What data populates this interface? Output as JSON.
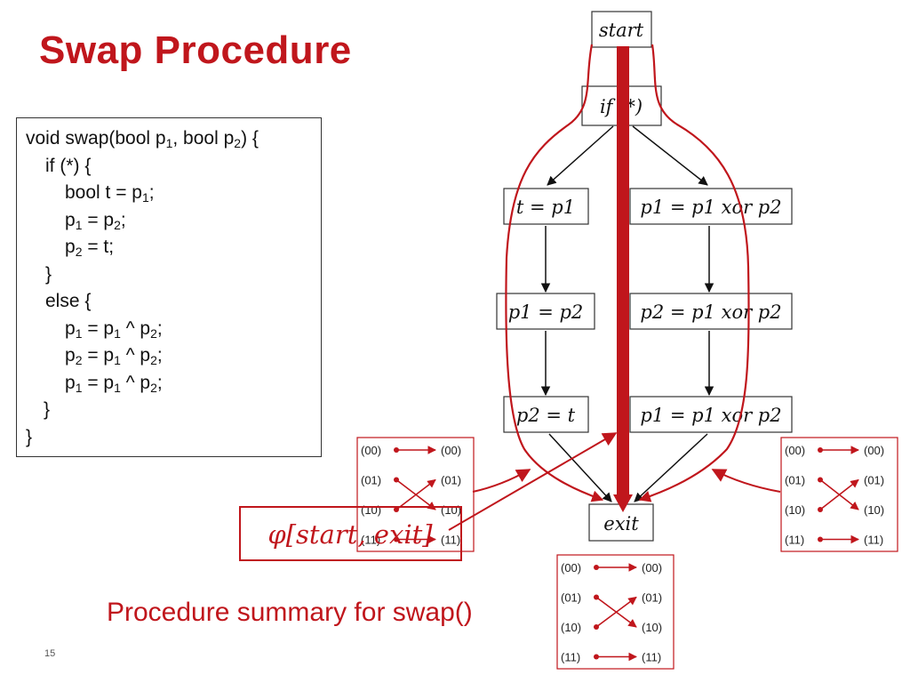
{
  "slide": {
    "title": "Swap Procedure",
    "page_number": "15",
    "summary_caption": "Procedure summary for swap()"
  },
  "code": {
    "lines": [
      {
        "indent": 0,
        "parts": [
          [
            "void swap(bool p",
            ""
          ],
          [
            "1",
            "sub"
          ],
          [
            ", bool p",
            ""
          ],
          [
            "2",
            "sub"
          ],
          [
            ") {",
            ""
          ]
        ]
      },
      {
        "indent": 1,
        "parts": [
          [
            "if (*) {",
            ""
          ]
        ]
      },
      {
        "indent": 2,
        "parts": [
          [
            "bool t = p",
            ""
          ],
          [
            "1",
            "sub"
          ],
          [
            ";",
            ""
          ]
        ]
      },
      {
        "indent": 2,
        "parts": [
          [
            "p",
            ""
          ],
          [
            "1",
            "sub"
          ],
          [
            " = p",
            ""
          ],
          [
            "2",
            "sub"
          ],
          [
            ";",
            ""
          ]
        ]
      },
      {
        "indent": 2,
        "parts": [
          [
            "p",
            ""
          ],
          [
            "2",
            "sub"
          ],
          [
            " = t;",
            ""
          ]
        ]
      },
      {
        "indent": 1,
        "parts": [
          [
            "}",
            ""
          ]
        ]
      },
      {
        "indent": 1,
        "parts": [
          [
            "else {",
            ""
          ]
        ]
      },
      {
        "indent": 2,
        "parts": [
          [
            "p",
            ""
          ],
          [
            "1",
            "sub"
          ],
          [
            " = p",
            ""
          ],
          [
            "1",
            "sub"
          ],
          [
            " ^ p",
            ""
          ],
          [
            "2",
            "sub"
          ],
          [
            ";",
            ""
          ]
        ]
      },
      {
        "indent": 2,
        "parts": [
          [
            "p",
            ""
          ],
          [
            "2",
            "sub"
          ],
          [
            " = p",
            ""
          ],
          [
            "1",
            "sub"
          ],
          [
            " ^ p",
            ""
          ],
          [
            "2",
            "sub"
          ],
          [
            ";",
            ""
          ]
        ]
      },
      {
        "indent": 2,
        "parts": [
          [
            "p",
            ""
          ],
          [
            "1",
            "sub"
          ],
          [
            " = p",
            ""
          ],
          [
            "1",
            "sub"
          ],
          [
            " ^ p",
            ""
          ],
          [
            "2",
            "sub"
          ],
          [
            ";",
            ""
          ]
        ]
      },
      {
        "indent": 3,
        "parts": [
          [
            "}",
            ""
          ]
        ]
      },
      {
        "indent": 0,
        "parts": [
          [
            "}",
            ""
          ]
        ]
      }
    ]
  },
  "cfg": {
    "nodes": {
      "start": "start",
      "if": "if (*)",
      "t_eq_p1": "t = p1",
      "p1_eq_p2": "p1 = p2",
      "p2_eq_t": "p2 = t",
      "xor1": "p1 = p1 xor p2",
      "xor2": "p2 = p1 xor p2",
      "xor3": "p1 = p1 xor p2",
      "exit": "exit"
    },
    "phi_label": "φ[start, exit]"
  },
  "relations": {
    "states": [
      "(00)",
      "(01)",
      "(10)",
      "(11)"
    ],
    "left_branch": [
      [
        "(00)",
        "(00)"
      ],
      [
        "(01)",
        "(10)"
      ],
      [
        "(10)",
        "(01)"
      ],
      [
        "(11)",
        "(11)"
      ]
    ],
    "right_branch": [
      [
        "(00)",
        "(00)"
      ],
      [
        "(01)",
        "(10)"
      ],
      [
        "(10)",
        "(01)"
      ],
      [
        "(11)",
        "(11)"
      ]
    ],
    "summary": [
      [
        "(00)",
        "(00)"
      ],
      [
        "(01)",
        "(10)"
      ],
      [
        "(10)",
        "(01)"
      ],
      [
        "(11)",
        "(11)"
      ]
    ]
  },
  "colors": {
    "accent": "#c0161c",
    "text": "#111111",
    "box_border": "#333333"
  }
}
